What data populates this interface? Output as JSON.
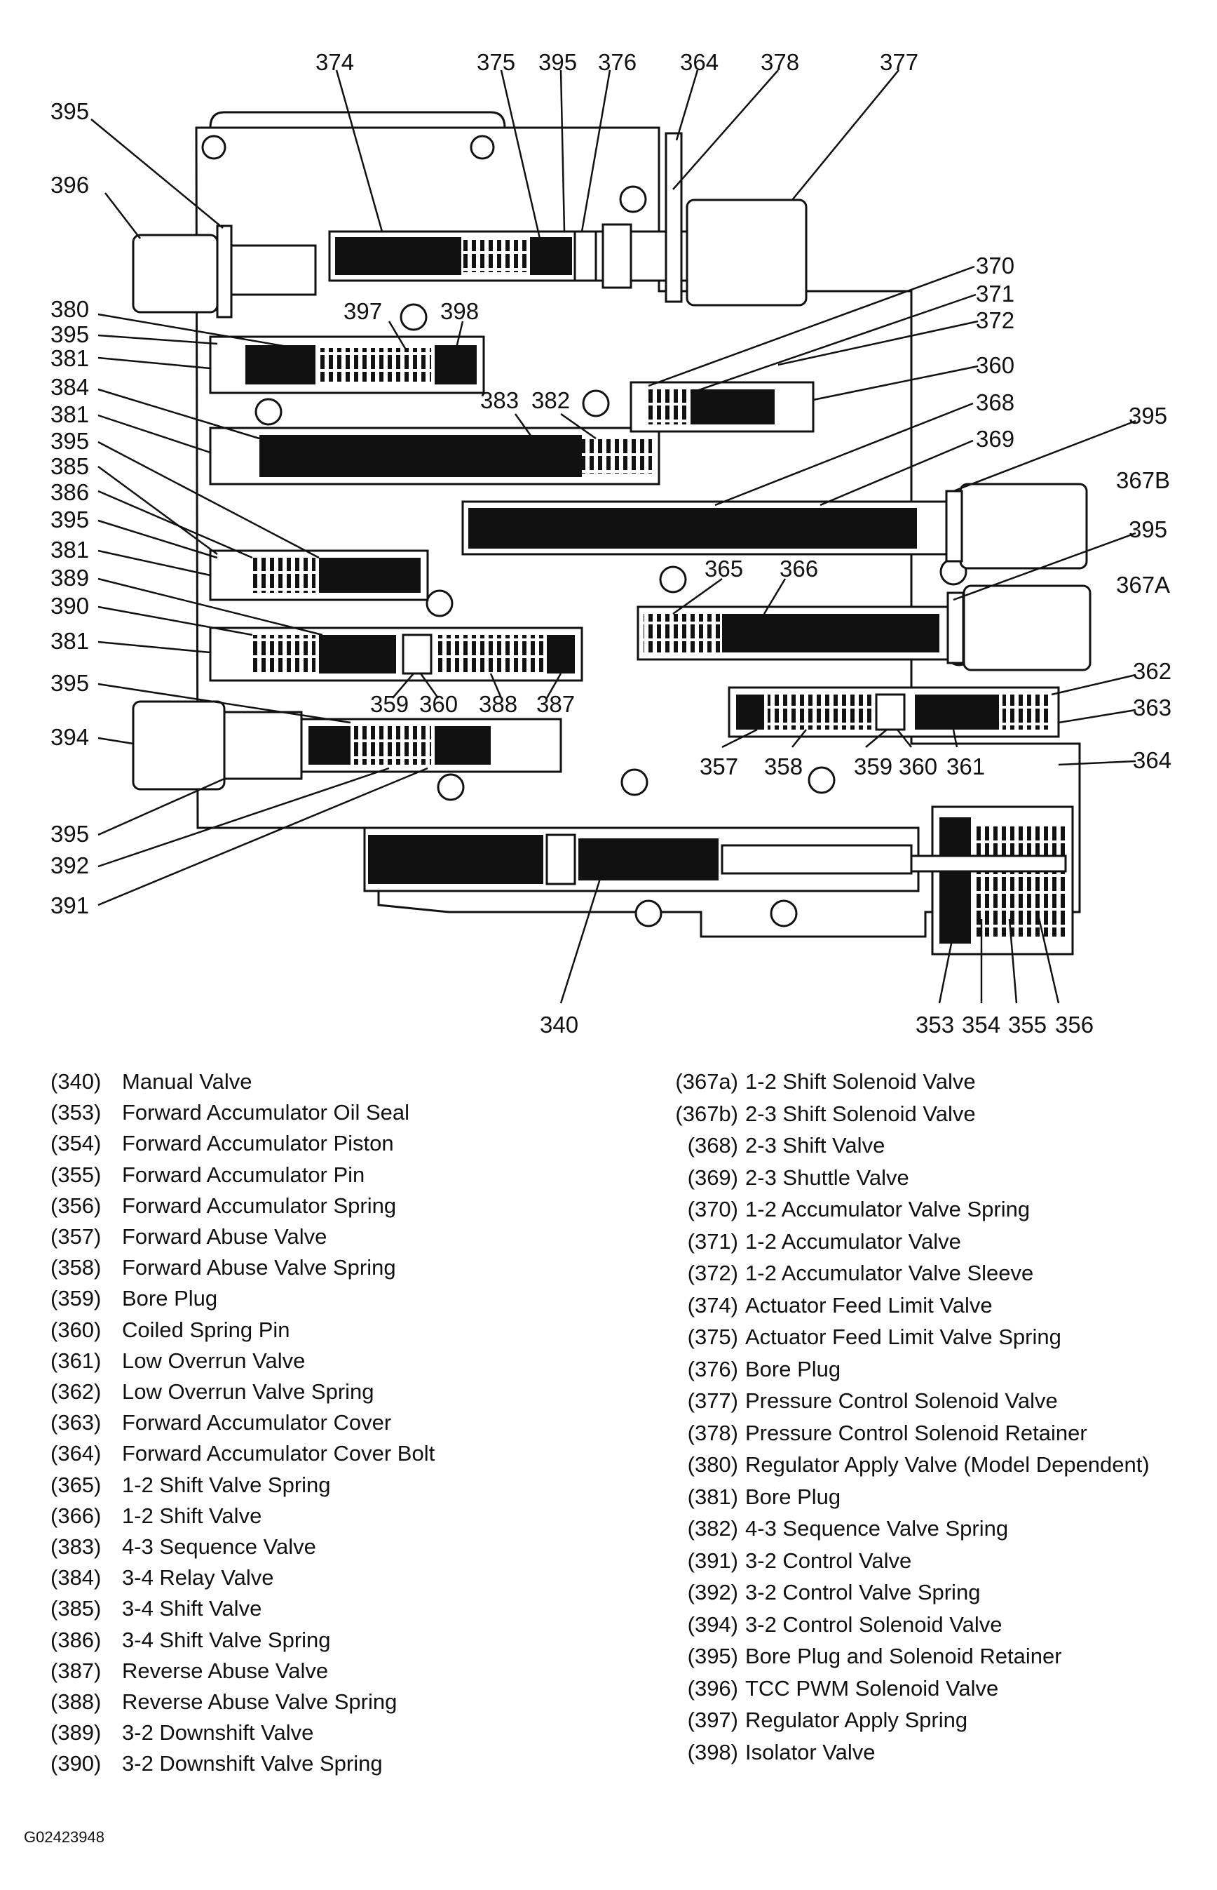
{
  "figure_id": "G02423948",
  "callouts": {
    "c374": "374",
    "c375": "375",
    "c395a": "395",
    "c376": "376",
    "c364a": "364",
    "c378": "378",
    "c377": "377",
    "c395b": "395",
    "c396": "396",
    "c380": "380",
    "c395c": "395",
    "c381a": "381",
    "c397": "397",
    "c398": "398",
    "c370": "370",
    "c371": "371",
    "c372": "372",
    "c360a": "360",
    "c384": "384",
    "c383": "383",
    "c382": "382",
    "c381b": "381",
    "c368": "368",
    "c395d": "395",
    "c369": "369",
    "c385": "385",
    "c395e": "395",
    "c367b": "367B",
    "c386": "386",
    "c395f": "395",
    "c395g": "395",
    "c381c": "381",
    "c365": "365",
    "c366": "366",
    "c367a": "367A",
    "c389": "389",
    "c390": "390",
    "c381d": "381",
    "c359a": "359",
    "c360b": "360",
    "c388": "388",
    "c387": "387",
    "c362": "362",
    "c395h": "395",
    "c363": "363",
    "c394": "394",
    "c357": "357",
    "c358": "358",
    "c359b": "359",
    "c360c": "360",
    "c361": "361",
    "c364b": "364",
    "c395i": "395",
    "c392": "392",
    "c391": "391",
    "c340": "340",
    "c353": "353",
    "c354": "354",
    "c355": "355",
    "c356": "356"
  },
  "legend_left": [
    {
      "num": "(340)",
      "desc": "Manual Valve"
    },
    {
      "num": "(353)",
      "desc": "Forward Accumulator Oil Seal"
    },
    {
      "num": "(354)",
      "desc": "Forward Accumulator Piston"
    },
    {
      "num": "(355)",
      "desc": "Forward Accumulator Pin"
    },
    {
      "num": "(356)",
      "desc": "Forward Accumulator Spring"
    },
    {
      "num": "(357)",
      "desc": "Forward Abuse Valve"
    },
    {
      "num": "(358)",
      "desc": "Forward Abuse Valve Spring"
    },
    {
      "num": "(359)",
      "desc": "Bore Plug"
    },
    {
      "num": "(360)",
      "desc": "Coiled Spring Pin"
    },
    {
      "num": "(361)",
      "desc": "Low Overrun Valve"
    },
    {
      "num": "(362)",
      "desc": "Low Overrun Valve Spring"
    },
    {
      "num": "(363)",
      "desc": "Forward Accumulator Cover"
    },
    {
      "num": "(364)",
      "desc": "Forward Accumulator Cover Bolt"
    },
    {
      "num": "(365)",
      "desc": "1-2 Shift Valve Spring"
    },
    {
      "num": "(366)",
      "desc": "1-2 Shift Valve"
    },
    {
      "num": "(383)",
      "desc": "4-3 Sequence Valve"
    },
    {
      "num": "(384)",
      "desc": "3-4 Relay Valve"
    },
    {
      "num": "(385)",
      "desc": "3-4 Shift Valve"
    },
    {
      "num": "(386)",
      "desc": "3-4 Shift Valve Spring"
    },
    {
      "num": "(387)",
      "desc": "Reverse Abuse Valve"
    },
    {
      "num": "(388)",
      "desc": "Reverse Abuse Valve Spring"
    },
    {
      "num": "(389)",
      "desc": "3-2 Downshift Valve"
    },
    {
      "num": "(390)",
      "desc": "3-2 Downshift Valve Spring"
    }
  ],
  "legend_right": [
    {
      "num": "(367a)",
      "desc": "1-2 Shift Solenoid Valve"
    },
    {
      "num": "(367b)",
      "desc": "2-3 Shift Solenoid Valve"
    },
    {
      "num": "(368)",
      "desc": "2-3 Shift Valve"
    },
    {
      "num": "(369)",
      "desc": "2-3 Shuttle Valve"
    },
    {
      "num": "(370)",
      "desc": "1-2 Accumulator Valve Spring"
    },
    {
      "num": "(371)",
      "desc": "1-2 Accumulator Valve"
    },
    {
      "num": "(372)",
      "desc": "1-2 Accumulator Valve Sleeve"
    },
    {
      "num": "(374)",
      "desc": "Actuator Feed Limit Valve"
    },
    {
      "num": "(375)",
      "desc": "Actuator Feed Limit Valve Spring"
    },
    {
      "num": "(376)",
      "desc": "Bore Plug"
    },
    {
      "num": "(377)",
      "desc": "Pressure Control Solenoid Valve"
    },
    {
      "num": "(378)",
      "desc": "Pressure Control Solenoid Retainer"
    },
    {
      "num": "(380)",
      "desc": "Regulator Apply Valve (Model Dependent)"
    },
    {
      "num": "(381)",
      "desc": "Bore Plug"
    },
    {
      "num": "(382)",
      "desc": "4-3 Sequence Valve Spring"
    },
    {
      "num": "(391)",
      "desc": "3-2 Control Valve"
    },
    {
      "num": "(392)",
      "desc": "3-2 Control Valve Spring"
    },
    {
      "num": "(394)",
      "desc": "3-2 Control Solenoid Valve"
    },
    {
      "num": "(395)",
      "desc": "Bore Plug and Solenoid Retainer"
    },
    {
      "num": "(396)",
      "desc": "TCC PWM Solenoid Valve"
    },
    {
      "num": "(397)",
      "desc": "Regulator Apply Spring"
    },
    {
      "num": "(398)",
      "desc": "Isolator Valve"
    }
  ]
}
